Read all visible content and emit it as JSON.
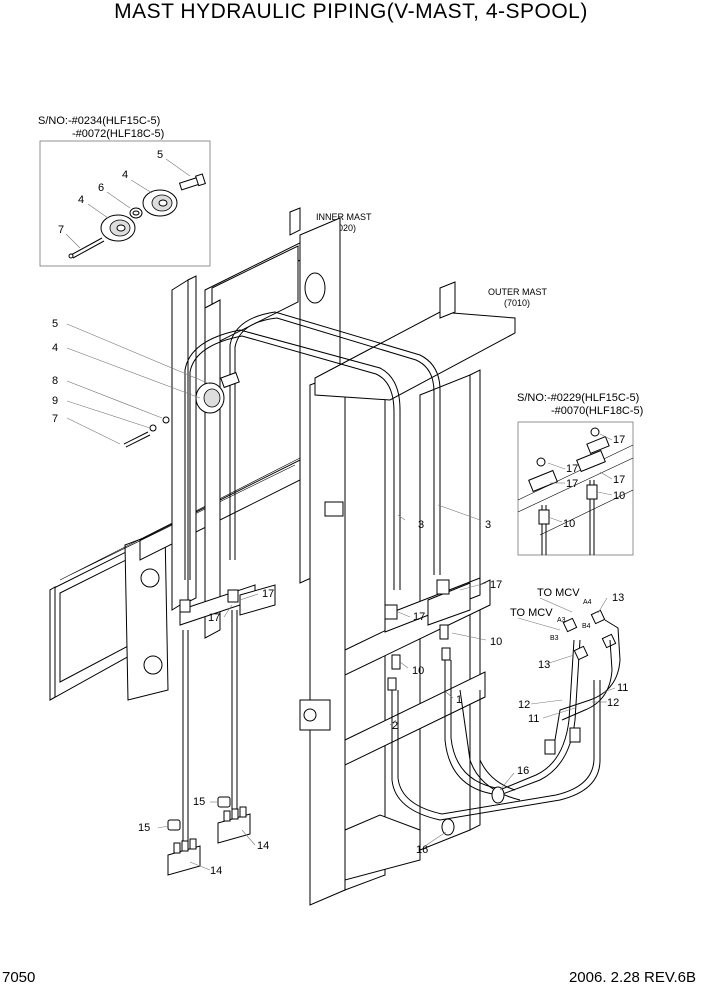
{
  "title": "MAST HYDRAULIC PIPING(V-MAST, 4-SPOOL)",
  "serial_top": [
    "S/NO:-#0234(HLF15C-5)",
    "-#0072(HLF18C-5)"
  ],
  "serial_right": [
    "S/NO:-#0229(HLF15C-5)",
    "-#0070(HLF18C-5)"
  ],
  "inner_mast": [
    "INNER MAST",
    "(7020)"
  ],
  "outer_mast": [
    "OUTER MAST",
    "(7010)"
  ],
  "to_mcv": "TO MCV",
  "ports": [
    "A3",
    "A4",
    "B3",
    "B4"
  ],
  "callouts": {
    "c1": "1",
    "c2": "2",
    "c3": "3",
    "c4": "4",
    "c5": "5",
    "c6": "6",
    "c7": "7",
    "c8": "8",
    "c9": "9",
    "c10": "10",
    "c11": "11",
    "c12": "12",
    "c13": "13",
    "c14": "14",
    "c15": "15",
    "c16": "16",
    "c17": "17"
  },
  "page_number": "7050",
  "revision": "2006. 2.28  REV.6B"
}
